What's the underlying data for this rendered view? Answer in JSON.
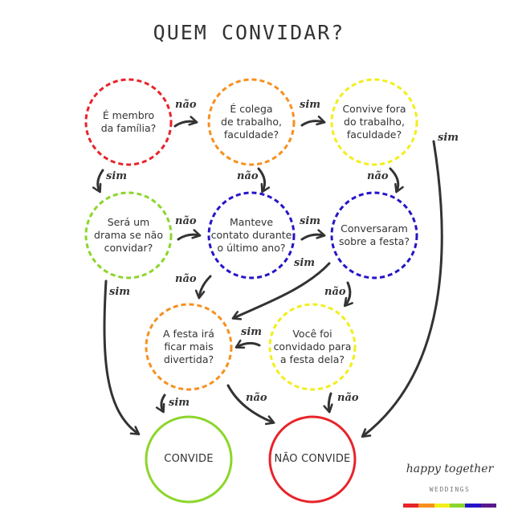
{
  "title": "QUEM CONVIDAR?",
  "colors": {
    "red": "#e8232a",
    "orange": "#f7901e",
    "yellow": "#f2ee1a",
    "green": "#8bd62a",
    "blue": "#2514c9",
    "ink": "#333333"
  },
  "nodes": {
    "familia": {
      "text": "É membro\nda família?",
      "color": "red",
      "style": "dashed"
    },
    "colega": {
      "text": "É colega\nde trabalho,\nfaculdade?",
      "color": "orange",
      "style": "dashed"
    },
    "convive": {
      "text": "Convive fora\ndo trabalho,\nfaculdade?",
      "color": "yellow",
      "style": "dashed"
    },
    "drama": {
      "text": "Será um\ndrama se não\nconvidar?",
      "color": "green",
      "style": "dashed"
    },
    "contato": {
      "text": "Manteve\ncontato durante\no último ano?",
      "color": "blue",
      "style": "dashed"
    },
    "festa": {
      "text": "Conversaram\nsobre a festa?",
      "color": "blue",
      "style": "dashed"
    },
    "divertida": {
      "text": "A festa irá\nficar mais\ndivertida?",
      "color": "orange",
      "style": "dashed"
    },
    "convidado": {
      "text": "Você foi\nconvidado para\na festa dela?",
      "color": "yellow",
      "style": "dashed"
    },
    "convide": {
      "text": "CONVIDE",
      "color": "green",
      "style": "solid"
    },
    "nao_convide": {
      "text": "NÃO CONVIDE",
      "color": "red",
      "style": "solid"
    }
  },
  "edge_labels": {
    "nao": "não",
    "sim": "sim"
  },
  "brand": {
    "name": "happy together",
    "sub": "WEDDINGS",
    "stripe": [
      "#e8232a",
      "#f7901e",
      "#f2ee1a",
      "#8bd62a",
      "#2514c9",
      "#5a1a8c"
    ]
  }
}
